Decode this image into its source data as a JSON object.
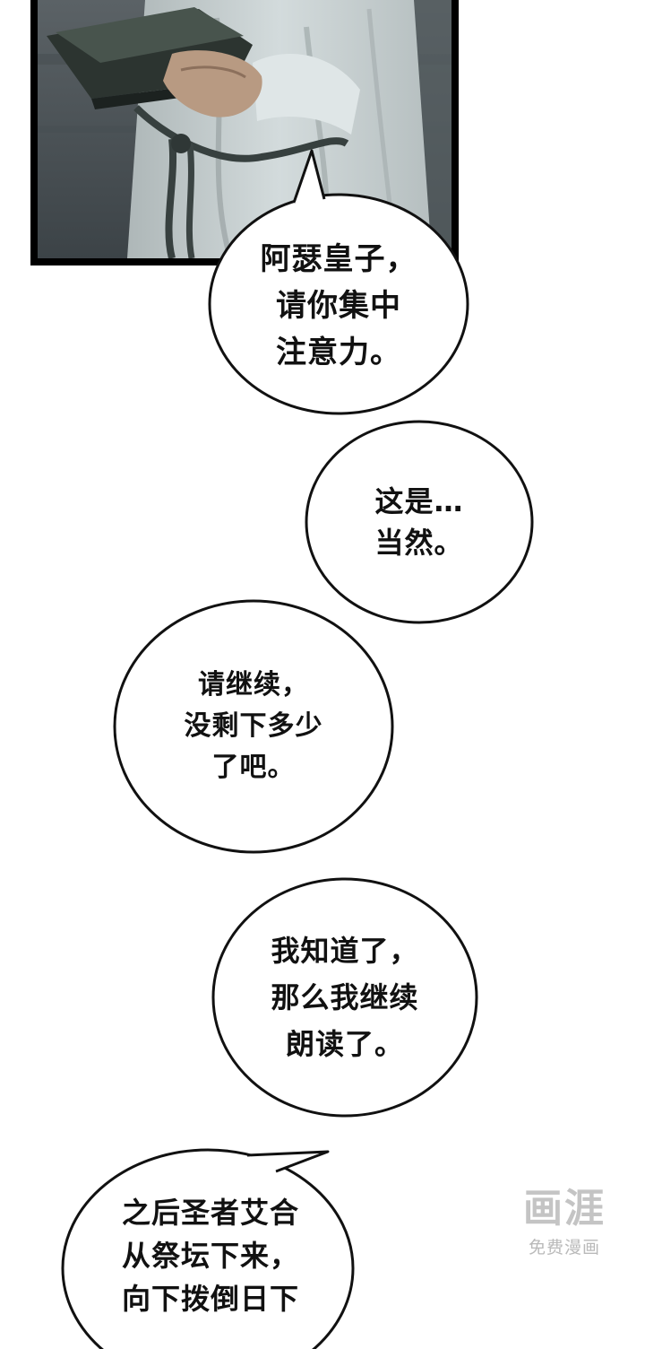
{
  "comic": {
    "bubbles": [
      {
        "lines": [
          "阿瑟皇子，",
          "请你集中",
          "注意力。"
        ]
      },
      {
        "lines": [
          "这是…",
          "当然。"
        ]
      },
      {
        "lines": [
          "请继续，",
          "没剩下多少",
          "了吧。"
        ]
      },
      {
        "lines": [
          "我知道了，",
          "那么我继续",
          "朗读了。"
        ]
      },
      {
        "lines": [
          "之后圣者艾合",
          "从祭坛下来，",
          "向下拨倒日下"
        ]
      }
    ]
  },
  "watermark": {
    "logo": "画涯",
    "subtitle": "免费漫画"
  },
  "colors": {
    "panel_border": "#000000",
    "bubble_fill": "#ffffff",
    "bubble_stroke": "#111111",
    "robe": "#c6cfd0",
    "background_wall": "#4d5458",
    "book": "#2c3430",
    "watermark": "#c4c4c4"
  }
}
